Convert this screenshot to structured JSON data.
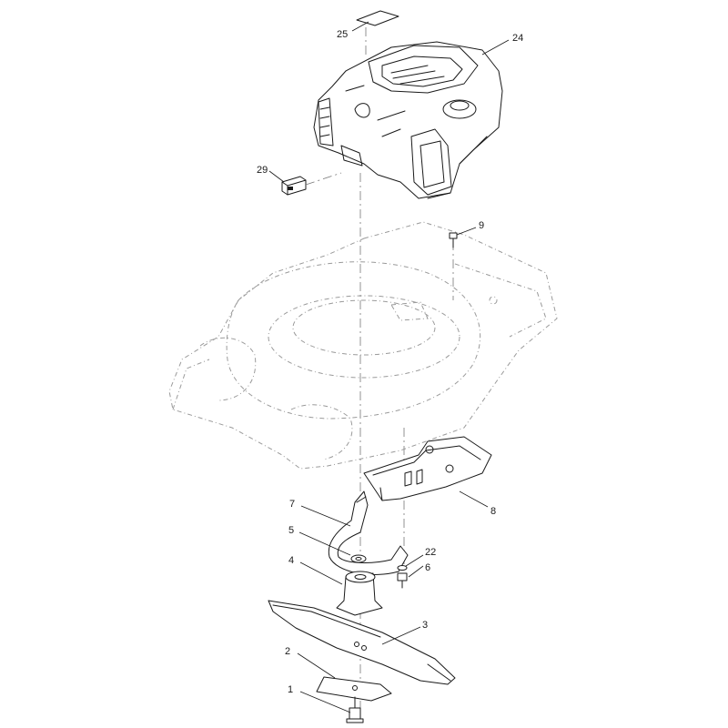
{
  "callouts": [
    {
      "id": "p1",
      "label": "1"
    },
    {
      "id": "p2",
      "label": "2"
    },
    {
      "id": "p3",
      "label": "3"
    },
    {
      "id": "p4",
      "label": "4"
    },
    {
      "id": "p5",
      "label": "5"
    },
    {
      "id": "p6",
      "label": "6"
    },
    {
      "id": "p7",
      "label": "7"
    },
    {
      "id": "p8",
      "label": "8"
    },
    {
      "id": "p9",
      "label": "9"
    },
    {
      "id": "p22",
      "label": "22"
    },
    {
      "id": "p24",
      "label": "24"
    },
    {
      "id": "p25",
      "label": "25"
    },
    {
      "id": "p29",
      "label": "29"
    }
  ]
}
